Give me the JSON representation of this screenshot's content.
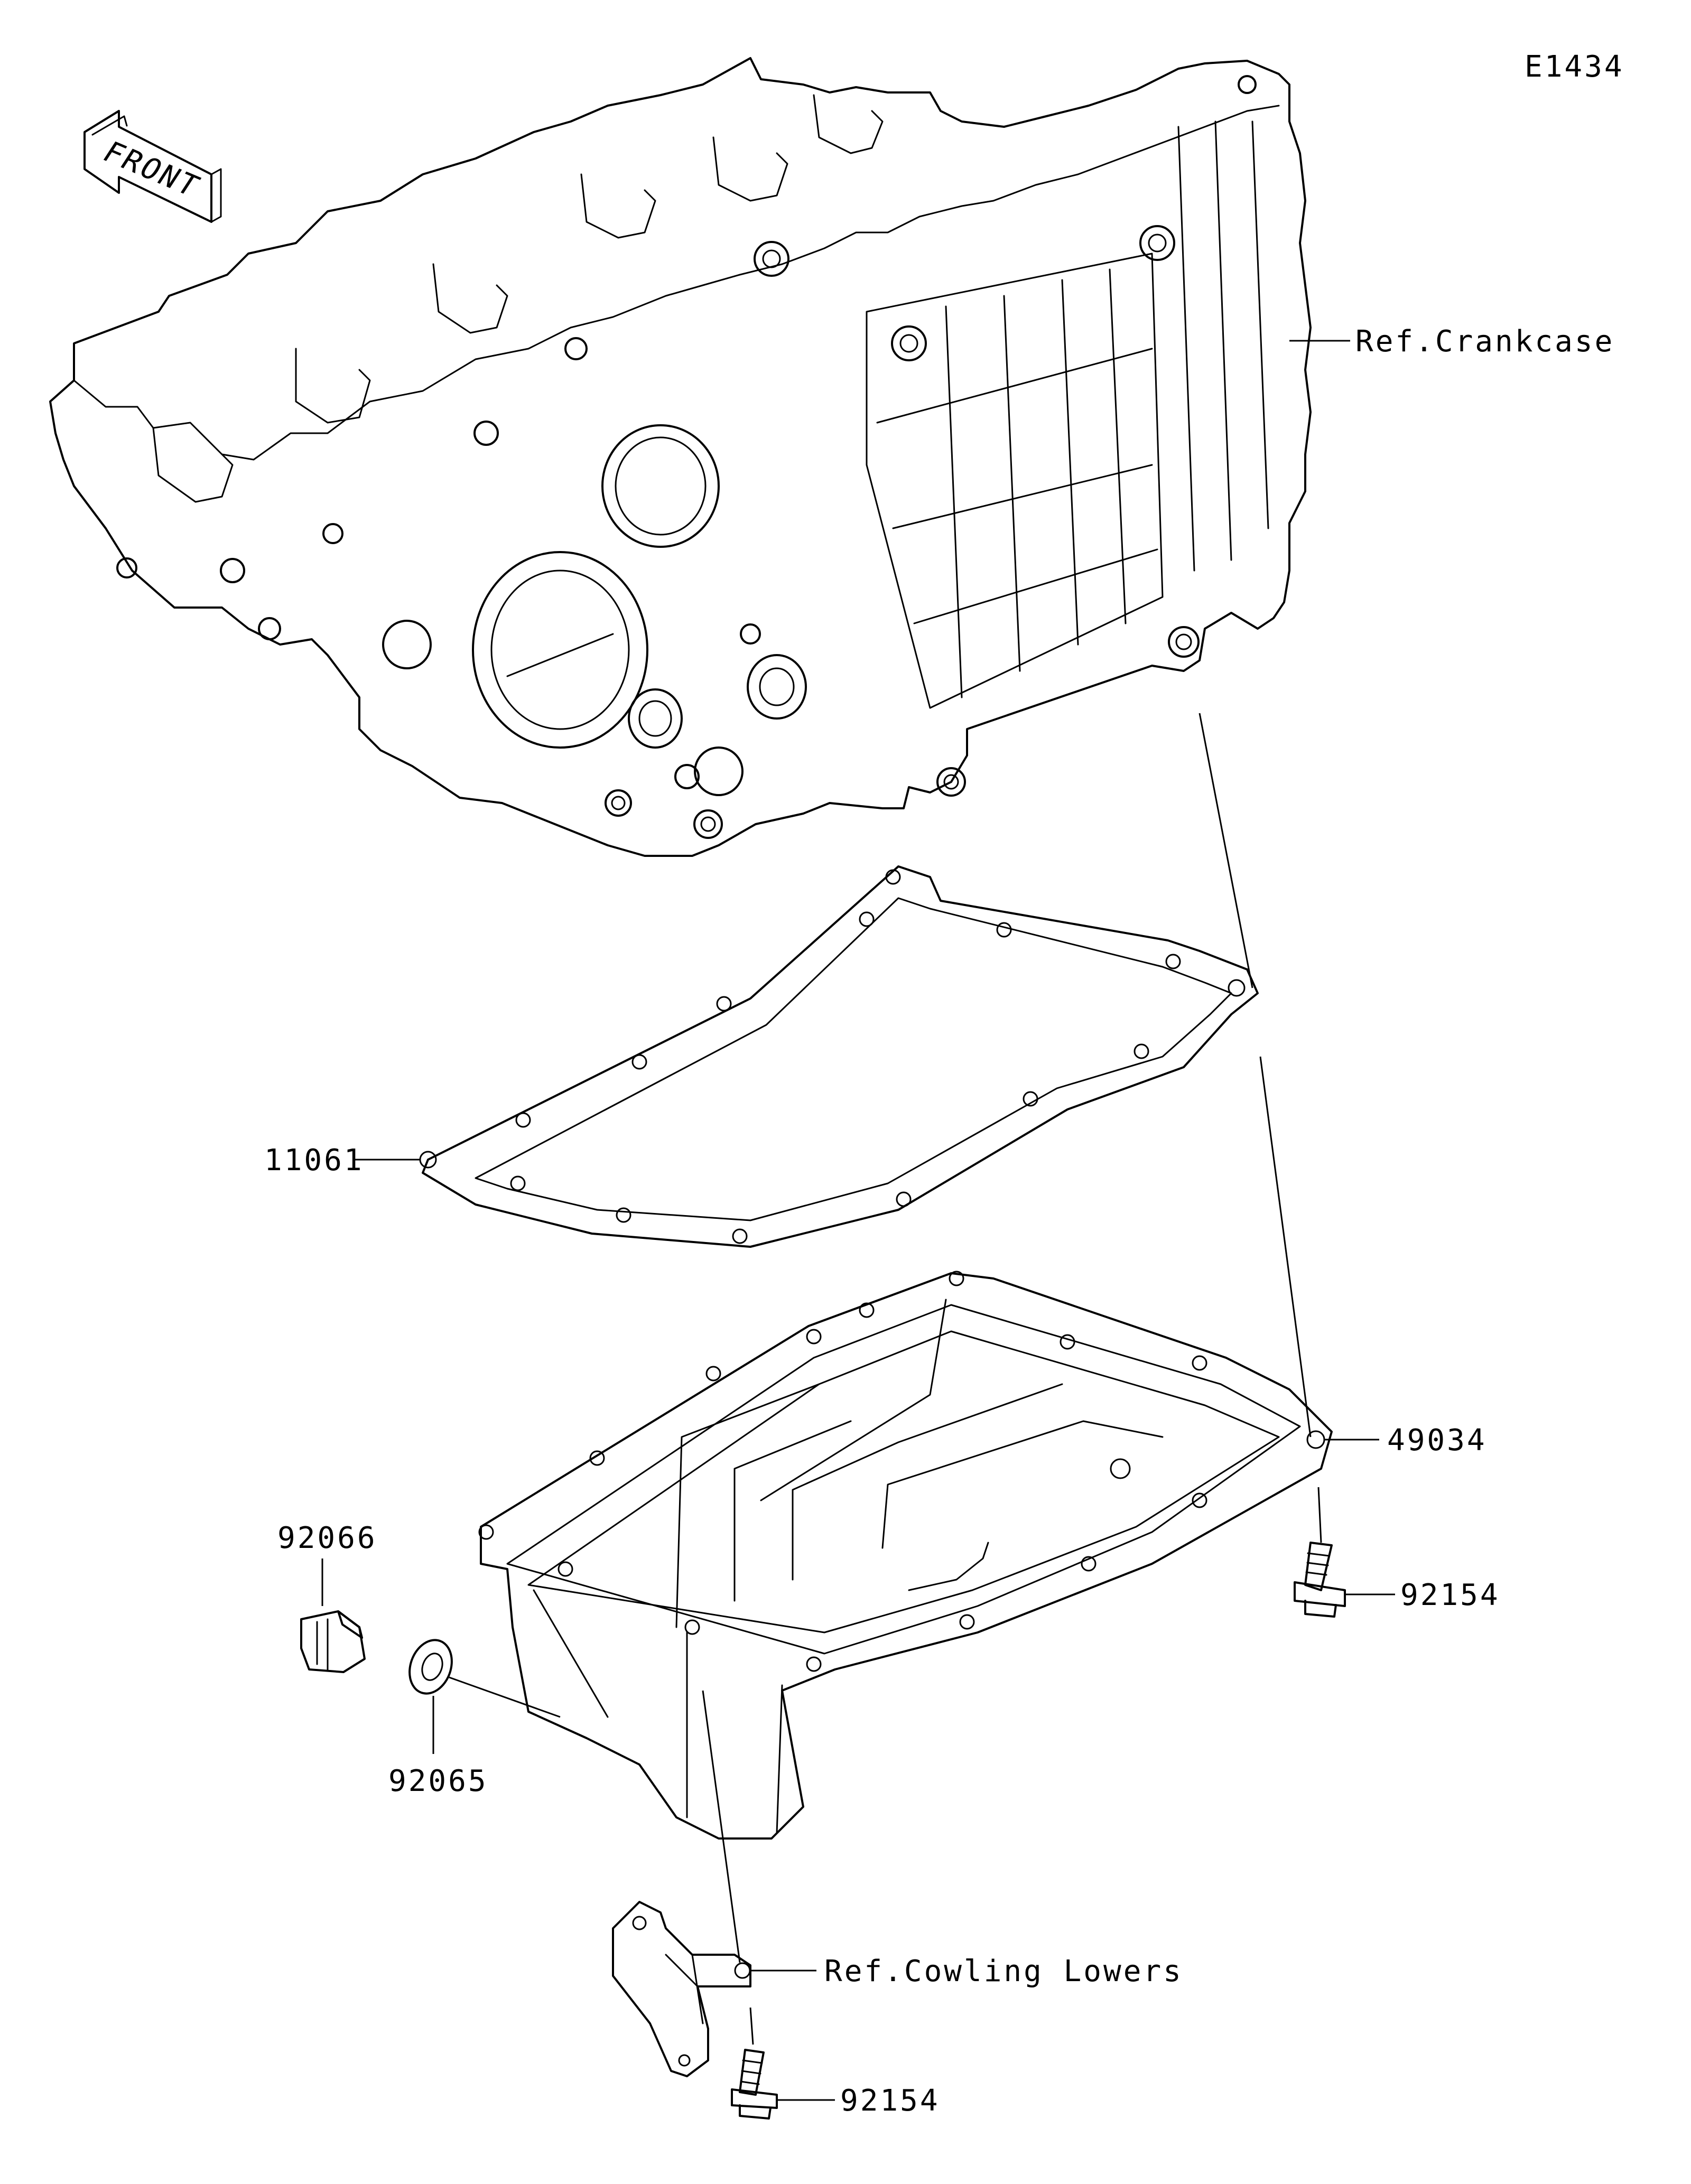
{
  "diagram_code": "E1434",
  "front_arrow": {
    "text": "FRONT"
  },
  "references": {
    "crankcase": "Ref.Crankcase",
    "cowling_lowers": "Ref.Cowling Lowers"
  },
  "parts": [
    {
      "id": "gasket",
      "number": "11061"
    },
    {
      "id": "oil-pan",
      "number": "49034"
    },
    {
      "id": "pan-bolt",
      "number": "92154"
    },
    {
      "id": "drain-plug",
      "number": "92066"
    },
    {
      "id": "drain-washer",
      "number": "92065"
    },
    {
      "id": "bracket-bolt",
      "number": "92154"
    }
  ]
}
